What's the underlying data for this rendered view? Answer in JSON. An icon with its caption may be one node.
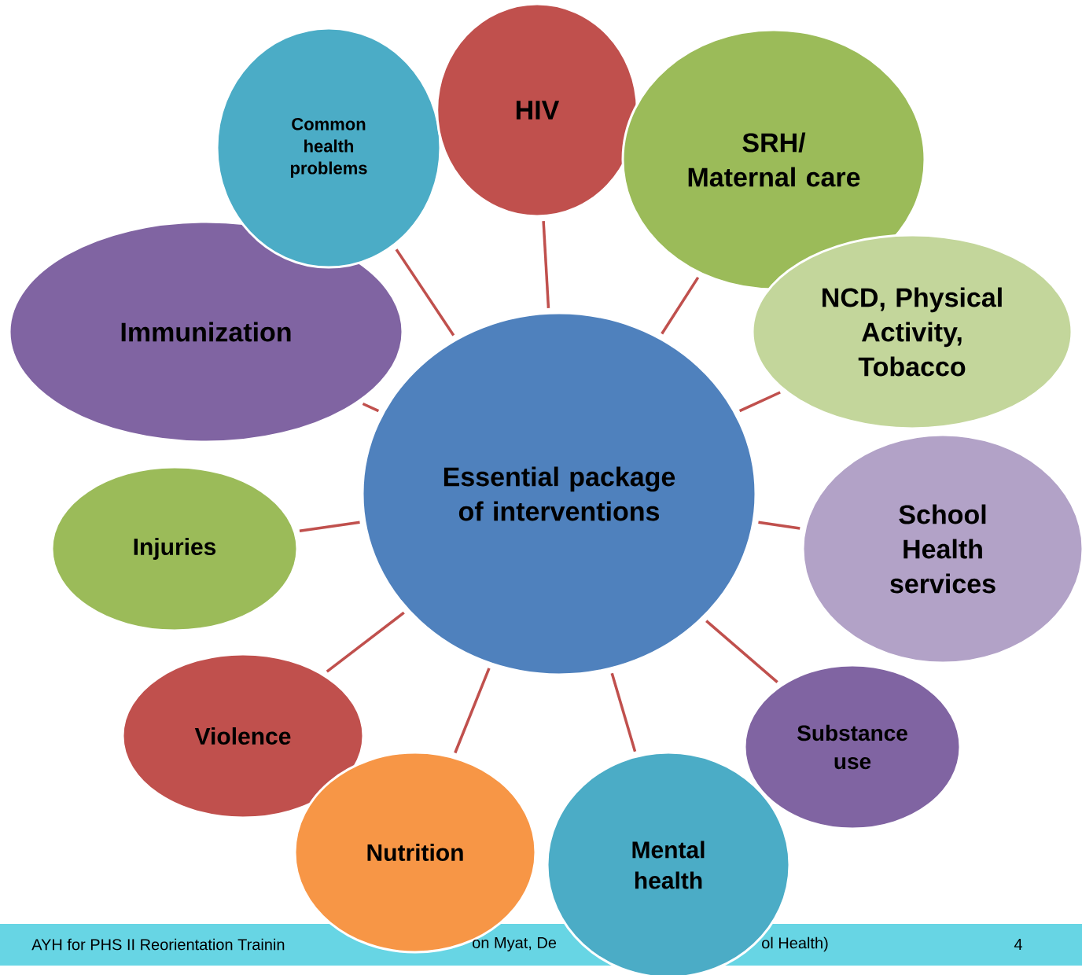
{
  "diagram": {
    "nodes": [
      {
        "text": [
          "Essential package of interventions"
        ]
      },
      {
        "text": [
          "HIV"
        ]
      },
      {
        "text": [
          "Common health problems"
        ]
      },
      {
        "text": [
          "SRH/ Maternal care"
        ]
      },
      {
        "text": [
          "NCD, Physical Activity, Tobacco"
        ]
      },
      {
        "text": [
          "Immunization"
        ]
      },
      {
        "text": [
          "School Health services"
        ]
      },
      {
        "text": [
          "Injuries"
        ]
      },
      {
        "text": [
          "Violence"
        ]
      },
      {
        "text": [
          "Substance use"
        ]
      },
      {
        "text": [
          "Nutrition"
        ]
      },
      {
        "text": [
          "Mental health"
        ]
      }
    ],
    "edges": [
      {
        "from": 0,
        "to": 1,
        "arrow": "none"
      },
      {
        "from": 0,
        "to": 2,
        "arrow": "none"
      },
      {
        "from": 0,
        "to": 3,
        "arrow": "none"
      },
      {
        "from": 0,
        "to": 4,
        "arrow": "none"
      },
      {
        "from": 0,
        "to": 5,
        "arrow": "none"
      },
      {
        "from": 0,
        "to": 6,
        "arrow": "none"
      },
      {
        "from": 0,
        "to": 7,
        "arrow": "none"
      },
      {
        "from": 0,
        "to": 8,
        "arrow": "none"
      },
      {
        "from": 0,
        "to": 9,
        "arrow": "none"
      },
      {
        "from": 0,
        "to": 10,
        "arrow": "none"
      },
      {
        "from": 0,
        "to": 11,
        "arrow": "none"
      }
    ],
    "labels": [
      "AYH for PHS II Reorientation Trainin",
      "on Myat, De",
      "ol Health)",
      "4"
    ]
  }
}
